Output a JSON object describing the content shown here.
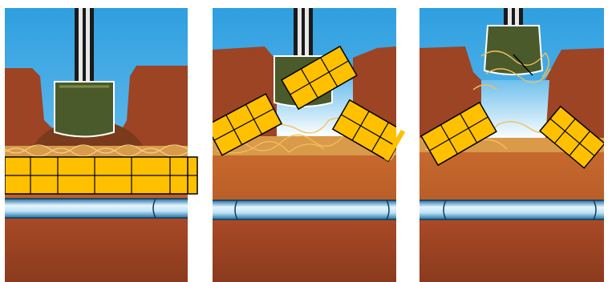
{
  "figure": {
    "panels": [
      {
        "id": "panel-1",
        "stage": "excavation-start"
      },
      {
        "id": "panel-2",
        "stage": "slab-breakup"
      },
      {
        "id": "panel-3",
        "stage": "slab-removal"
      }
    ],
    "colors": {
      "sky": "#2f9fe0",
      "sky_light": "#8ed0f5",
      "soil_dark": "#8b3f22",
      "soil_mid": "#b85a2a",
      "soil_light": "#d98a3a",
      "bedding": "#e0a45a",
      "slab": "#ffc000",
      "slab_line": "#000000",
      "pipe_light": "#e6f4fb",
      "pipe_dark": "#1d6fa8",
      "tool_green": "#4a5a2a",
      "tool_shaft": "#1a1a1a",
      "tangle": "#f0c060"
    },
    "icons": [
      "excavator-tool-icon",
      "pipe-icon",
      "concrete-slab-icon",
      "rebar-mesh-icon"
    ]
  }
}
